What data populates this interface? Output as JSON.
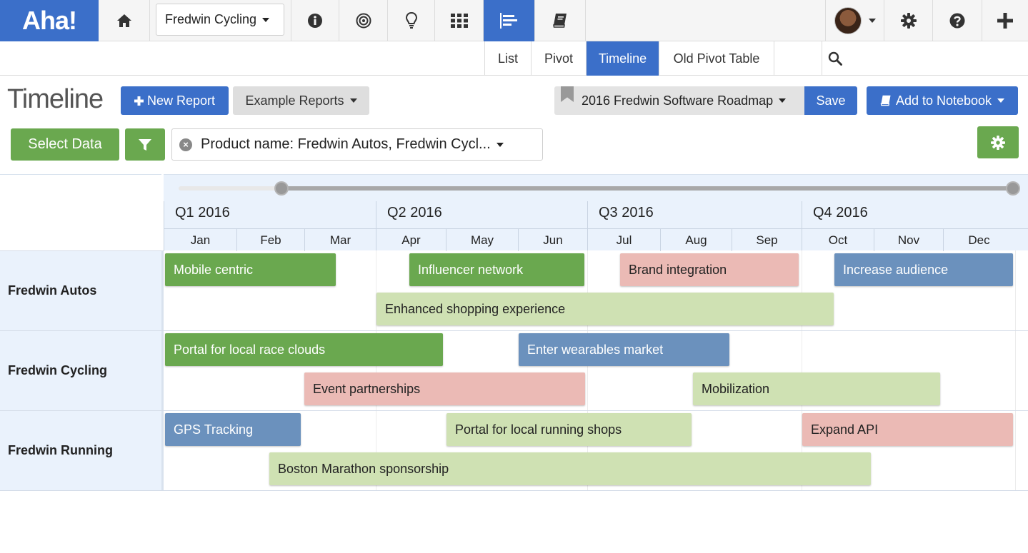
{
  "topnav": {
    "logo": "Aha!",
    "product_select": "Fredwin Cycling",
    "icons": [
      "home-icon",
      "info-icon",
      "target-icon",
      "lightbulb-icon",
      "grid-icon",
      "roadmap-icon",
      "notebook-icon",
      "gear-icon",
      "help-icon",
      "plus-icon"
    ],
    "active_icon": "roadmap-icon",
    "accent": "#3b6fc9"
  },
  "subnav": {
    "tabs": [
      "List",
      "Pivot",
      "Timeline",
      "Old Pivot Table"
    ],
    "active": "Timeline"
  },
  "toolbar": {
    "page_title": "Timeline",
    "new_report": "New Report",
    "example_reports": "Example Reports",
    "report_name": "2016 Fredwin Software Roadmap",
    "save": "Save",
    "add_to_notebook": "Add to Notebook",
    "select_data": "Select Data",
    "filter": "Product name: Fredwin Autos, Fredwin Cycl..."
  },
  "timeline": {
    "quarters": [
      "Q1 2016",
      "Q2 2016",
      "Q3 2016",
      "Q4 2016"
    ],
    "months": [
      "Jan",
      "Feb",
      "Mar",
      "Apr",
      "May",
      "Jun",
      "Jul",
      "Aug",
      "Sep",
      "Oct",
      "Nov",
      "Dec"
    ],
    "colors": {
      "green": "#6aa84f",
      "pink": "#ebbab5",
      "blue": "#6b91bd",
      "lightgreen": "#cfe1b3"
    },
    "rows": [
      {
        "name": "Fredwin Autos",
        "bars": [
          {
            "label": "Mobile centric",
            "color": "green"
          },
          {
            "label": "Influencer network",
            "color": "green"
          },
          {
            "label": "Brand integration",
            "color": "pink"
          },
          {
            "label": "Increase audience",
            "color": "blue"
          },
          {
            "label": "Enhanced shopping experience",
            "color": "lightgreen"
          }
        ]
      },
      {
        "name": "Fredwin Cycling",
        "bars": [
          {
            "label": "Portal for local race clouds",
            "color": "green"
          },
          {
            "label": "Enter wearables market",
            "color": "blue"
          },
          {
            "label": "Event partnerships",
            "color": "pink"
          },
          {
            "label": "Mobilization",
            "color": "lightgreen"
          }
        ]
      },
      {
        "name": "Fredwin Running",
        "bars": [
          {
            "label": "GPS Tracking",
            "color": "blue"
          },
          {
            "label": "Portal for local running shops",
            "color": "lightgreen"
          },
          {
            "label": "Expand API",
            "color": "pink"
          },
          {
            "label": "Boston Marathon sponsorship",
            "color": "lightgreen"
          }
        ]
      }
    ]
  }
}
